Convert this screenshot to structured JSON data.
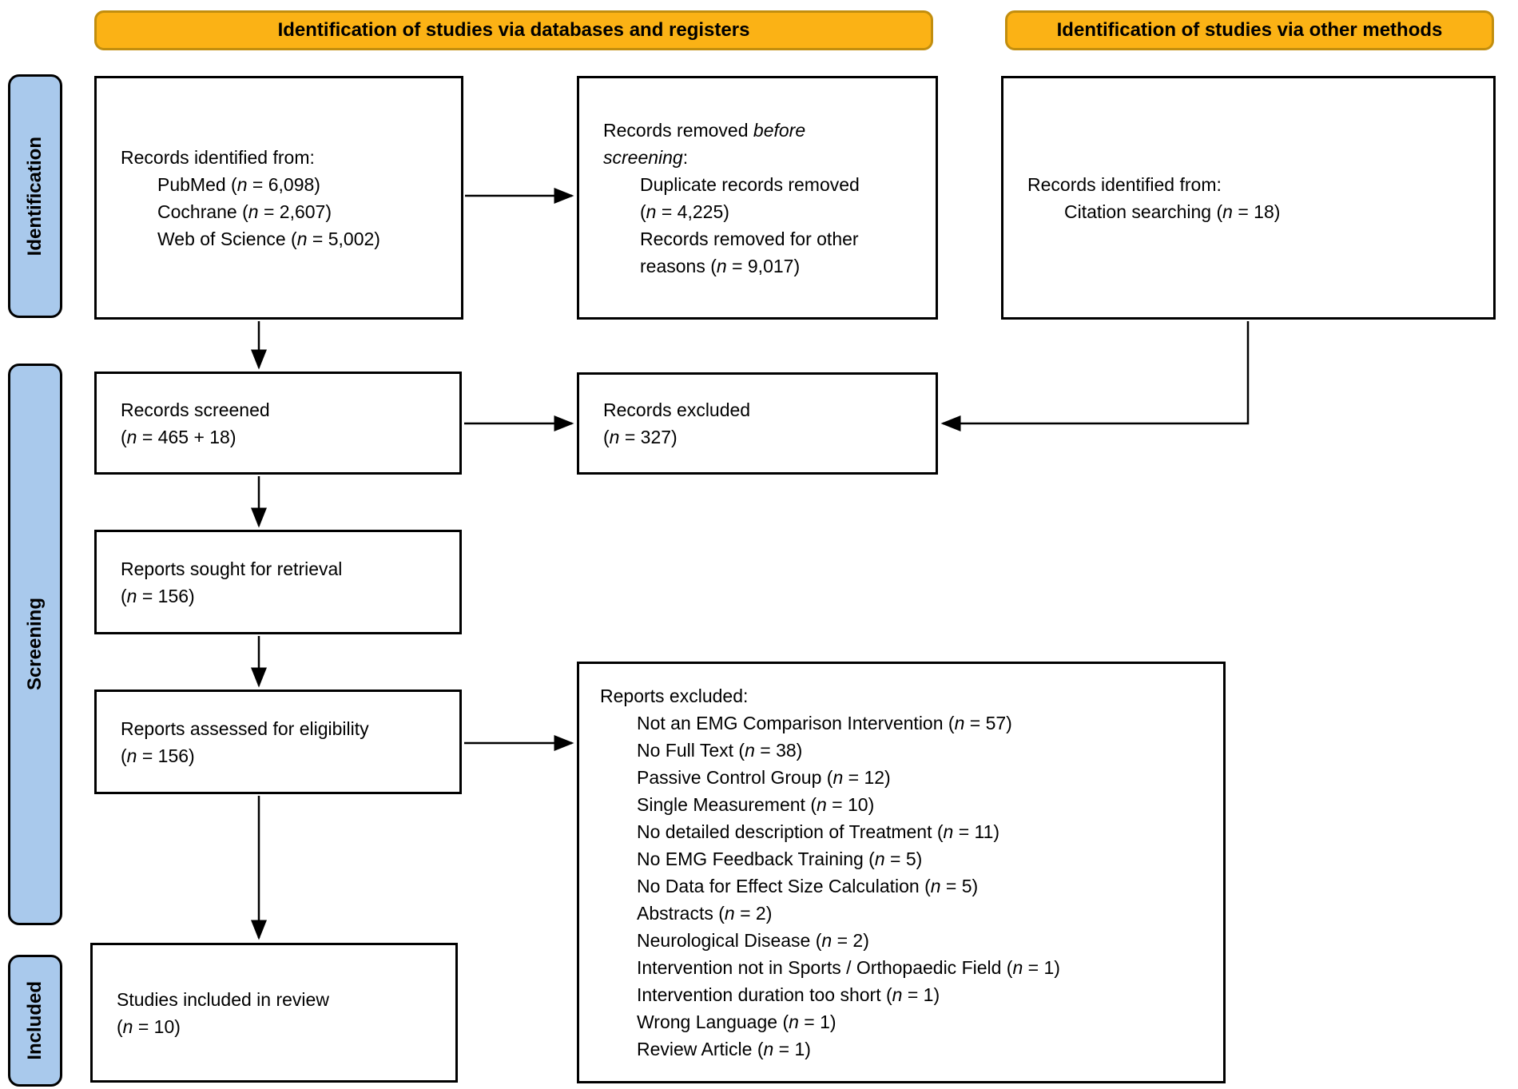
{
  "headers": {
    "databases": "Identification of studies via databases and registers",
    "other_methods": "Identification of studies via other methods"
  },
  "stage_labels": {
    "identification": "Identification",
    "screening": "Screening",
    "included": "Included"
  },
  "colors": {
    "header_fill": "#FBB215",
    "header_border": "#C28E0E",
    "stage_fill": "#A9C9EC"
  },
  "boxes": {
    "records_identified_databases": {
      "lines": [
        {
          "t": "Records identified from:"
        },
        {
          "t": "PubMed (*n* = 6,098)",
          "indent": true
        },
        {
          "t": "Cochrane (*n* = 2,607)",
          "indent": true
        },
        {
          "t": "Web of Science (*n* = 5,002)",
          "indent": true
        }
      ]
    },
    "records_removed_before_screening": {
      "lines": [
        {
          "t": "Records removed *before*"
        },
        {
          "t": "*screening*:"
        },
        {
          "t": "Duplicate records removed",
          "indent": true
        },
        {
          "t": "(*n* = 4,225)",
          "indent": true
        },
        {
          "t": "Records removed for other",
          "indent": true
        },
        {
          "t": "reasons (*n* = 9,017)",
          "indent": true
        }
      ]
    },
    "records_identified_citation": {
      "lines": [
        {
          "t": "Records identified from:"
        },
        {
          "t": "Citation searching (*n* = 18)",
          "indent": true
        }
      ]
    },
    "records_screened": {
      "lines": [
        {
          "t": "Records screened"
        },
        {
          "t": "(*n* = 465 + 18)"
        }
      ]
    },
    "records_excluded": {
      "lines": [
        {
          "t": "Records excluded"
        },
        {
          "t": "(*n* = 327)"
        }
      ]
    },
    "reports_sought": {
      "lines": [
        {
          "t": "Reports sought for retrieval"
        },
        {
          "t": "(*n* = 156)"
        }
      ]
    },
    "reports_assessed": {
      "lines": [
        {
          "t": "Reports assessed for eligibility"
        },
        {
          "t": "(*n* = 156)"
        }
      ]
    },
    "reports_excluded": {
      "lines": [
        {
          "t": "Reports excluded:"
        },
        {
          "t": "Not an EMG Comparison Intervention (*n* = 57)",
          "indent": true
        },
        {
          "t": "No Full Text (*n* = 38)",
          "indent": true
        },
        {
          "t": "Passive Control Group (*n* = 12)",
          "indent": true
        },
        {
          "t": "Single Measurement (*n* = 10)",
          "indent": true
        },
        {
          "t": "No detailed description of Treatment (*n* = 11)",
          "indent": true
        },
        {
          "t": "No EMG Feedback Training (*n* = 5)",
          "indent": true
        },
        {
          "t": "No Data for Effect Size Calculation (*n* = 5)",
          "indent": true
        },
        {
          "t": "Abstracts (*n* = 2)",
          "indent": true
        },
        {
          "t": "Neurological Disease (*n* = 2)",
          "indent": true
        },
        {
          "t": "Intervention not in Sports / Orthopaedic Field (*n* = 1)",
          "indent": true
        },
        {
          "t": "Intervention duration too short (*n* = 1)",
          "indent": true
        },
        {
          "t": "Wrong Language (*n* = 1)",
          "indent": true
        },
        {
          "t": "Review Article (*n* = 1)",
          "indent": true
        }
      ]
    },
    "studies_included": {
      "lines": [
        {
          "t": "Studies included in review"
        },
        {
          "t": "(*n* = 10)"
        }
      ]
    }
  }
}
